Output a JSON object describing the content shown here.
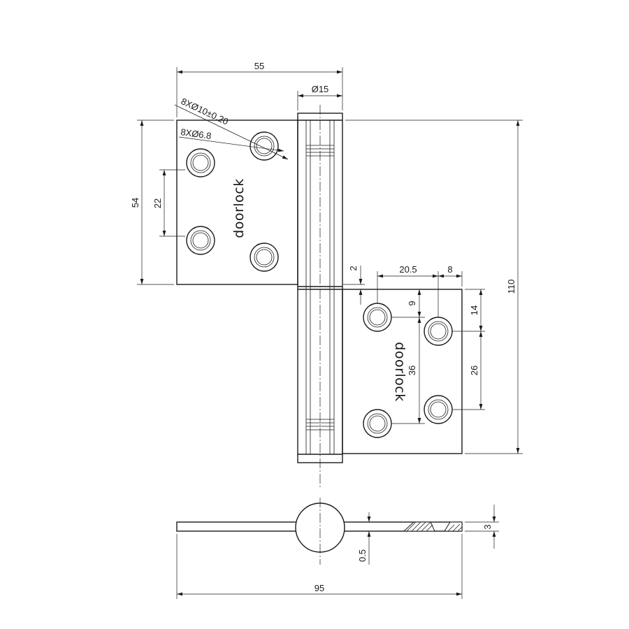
{
  "brand": {
    "upper_leaf_text": "doorlock",
    "lower_leaf_text": "doorlock"
  },
  "dimensions": {
    "top_leaf_width": "55",
    "pin_diameter": "Ø15",
    "countersink_note": "8XØ10±0.20",
    "hole_note": "8XØ6.8",
    "upper_leaf_height": "54",
    "upper_hole_spacing": "22",
    "gap": "2",
    "lower_hole_offset": "20.5",
    "lower_hole_pitch": "8",
    "lower_hole_top": "9",
    "right_hole_top": "14",
    "total_height": "110",
    "lower_hole_spacing": "36",
    "right_hole_spacing": "26",
    "plate_thickness": "3",
    "pin_gap": "0.5",
    "overall_width": "95"
  }
}
